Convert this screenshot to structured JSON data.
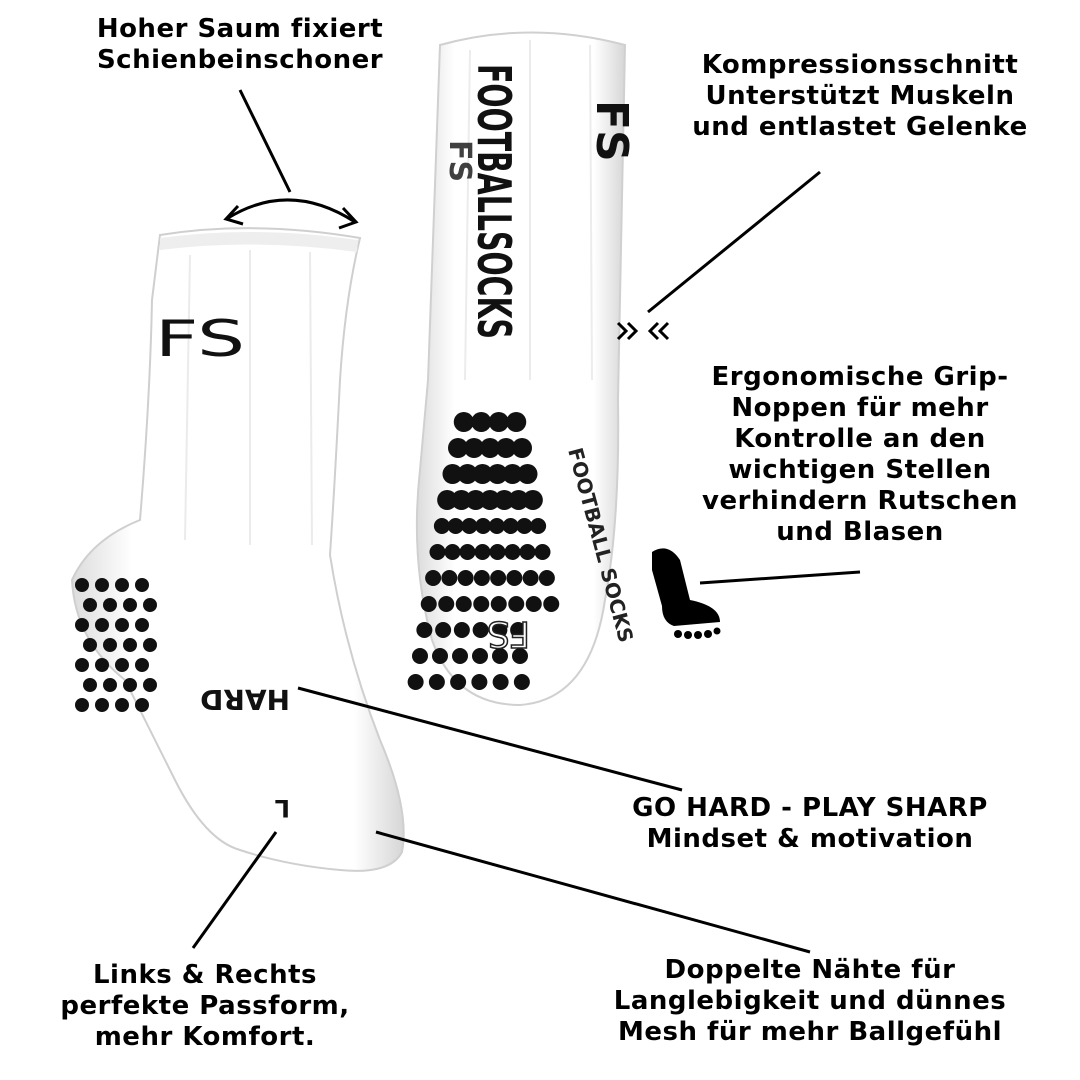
{
  "callouts": {
    "hem": [
      "Hoher Saum fixiert",
      "Schienbeinschoner"
    ],
    "compression": [
      "Kompressionsschnitt",
      "Unterstützt  Muskeln",
      "und entlastet Gelenke"
    ],
    "grip": [
      "Ergonomische Grip-",
      "Noppen für mehr",
      "Kontrolle an den",
      "wichtigen Stellen",
      "verhindern Rutschen",
      "und Blasen"
    ],
    "mindset": [
      "GO HARD - PLAY SHARP",
      "Mindset & motivation"
    ],
    "fit": [
      "Links & Rechts",
      "perfekte Passform,",
      "mehr Komfort."
    ],
    "seams": [
      "Doppelte Nähte für",
      "Langlebigkeit und dünnes",
      "Mesh für mehr Ballgefühl"
    ]
  },
  "product": {
    "logo_short": "FS",
    "brand_vertical": "FOOTBALLSOCKS",
    "sole_brand": "FOOTBALL SOCKS",
    "sole_logo": "FS",
    "sock_slogan": "HARD",
    "side_mark": "L"
  },
  "colors": {
    "sock": "#ffffff",
    "print": "#111111",
    "shade": "#e9e9e9"
  },
  "icons": {
    "chevrons": "double-chevron-in-icon",
    "foot": "foot-icon",
    "hem_arrow": "curved-double-arrow-icon"
  }
}
